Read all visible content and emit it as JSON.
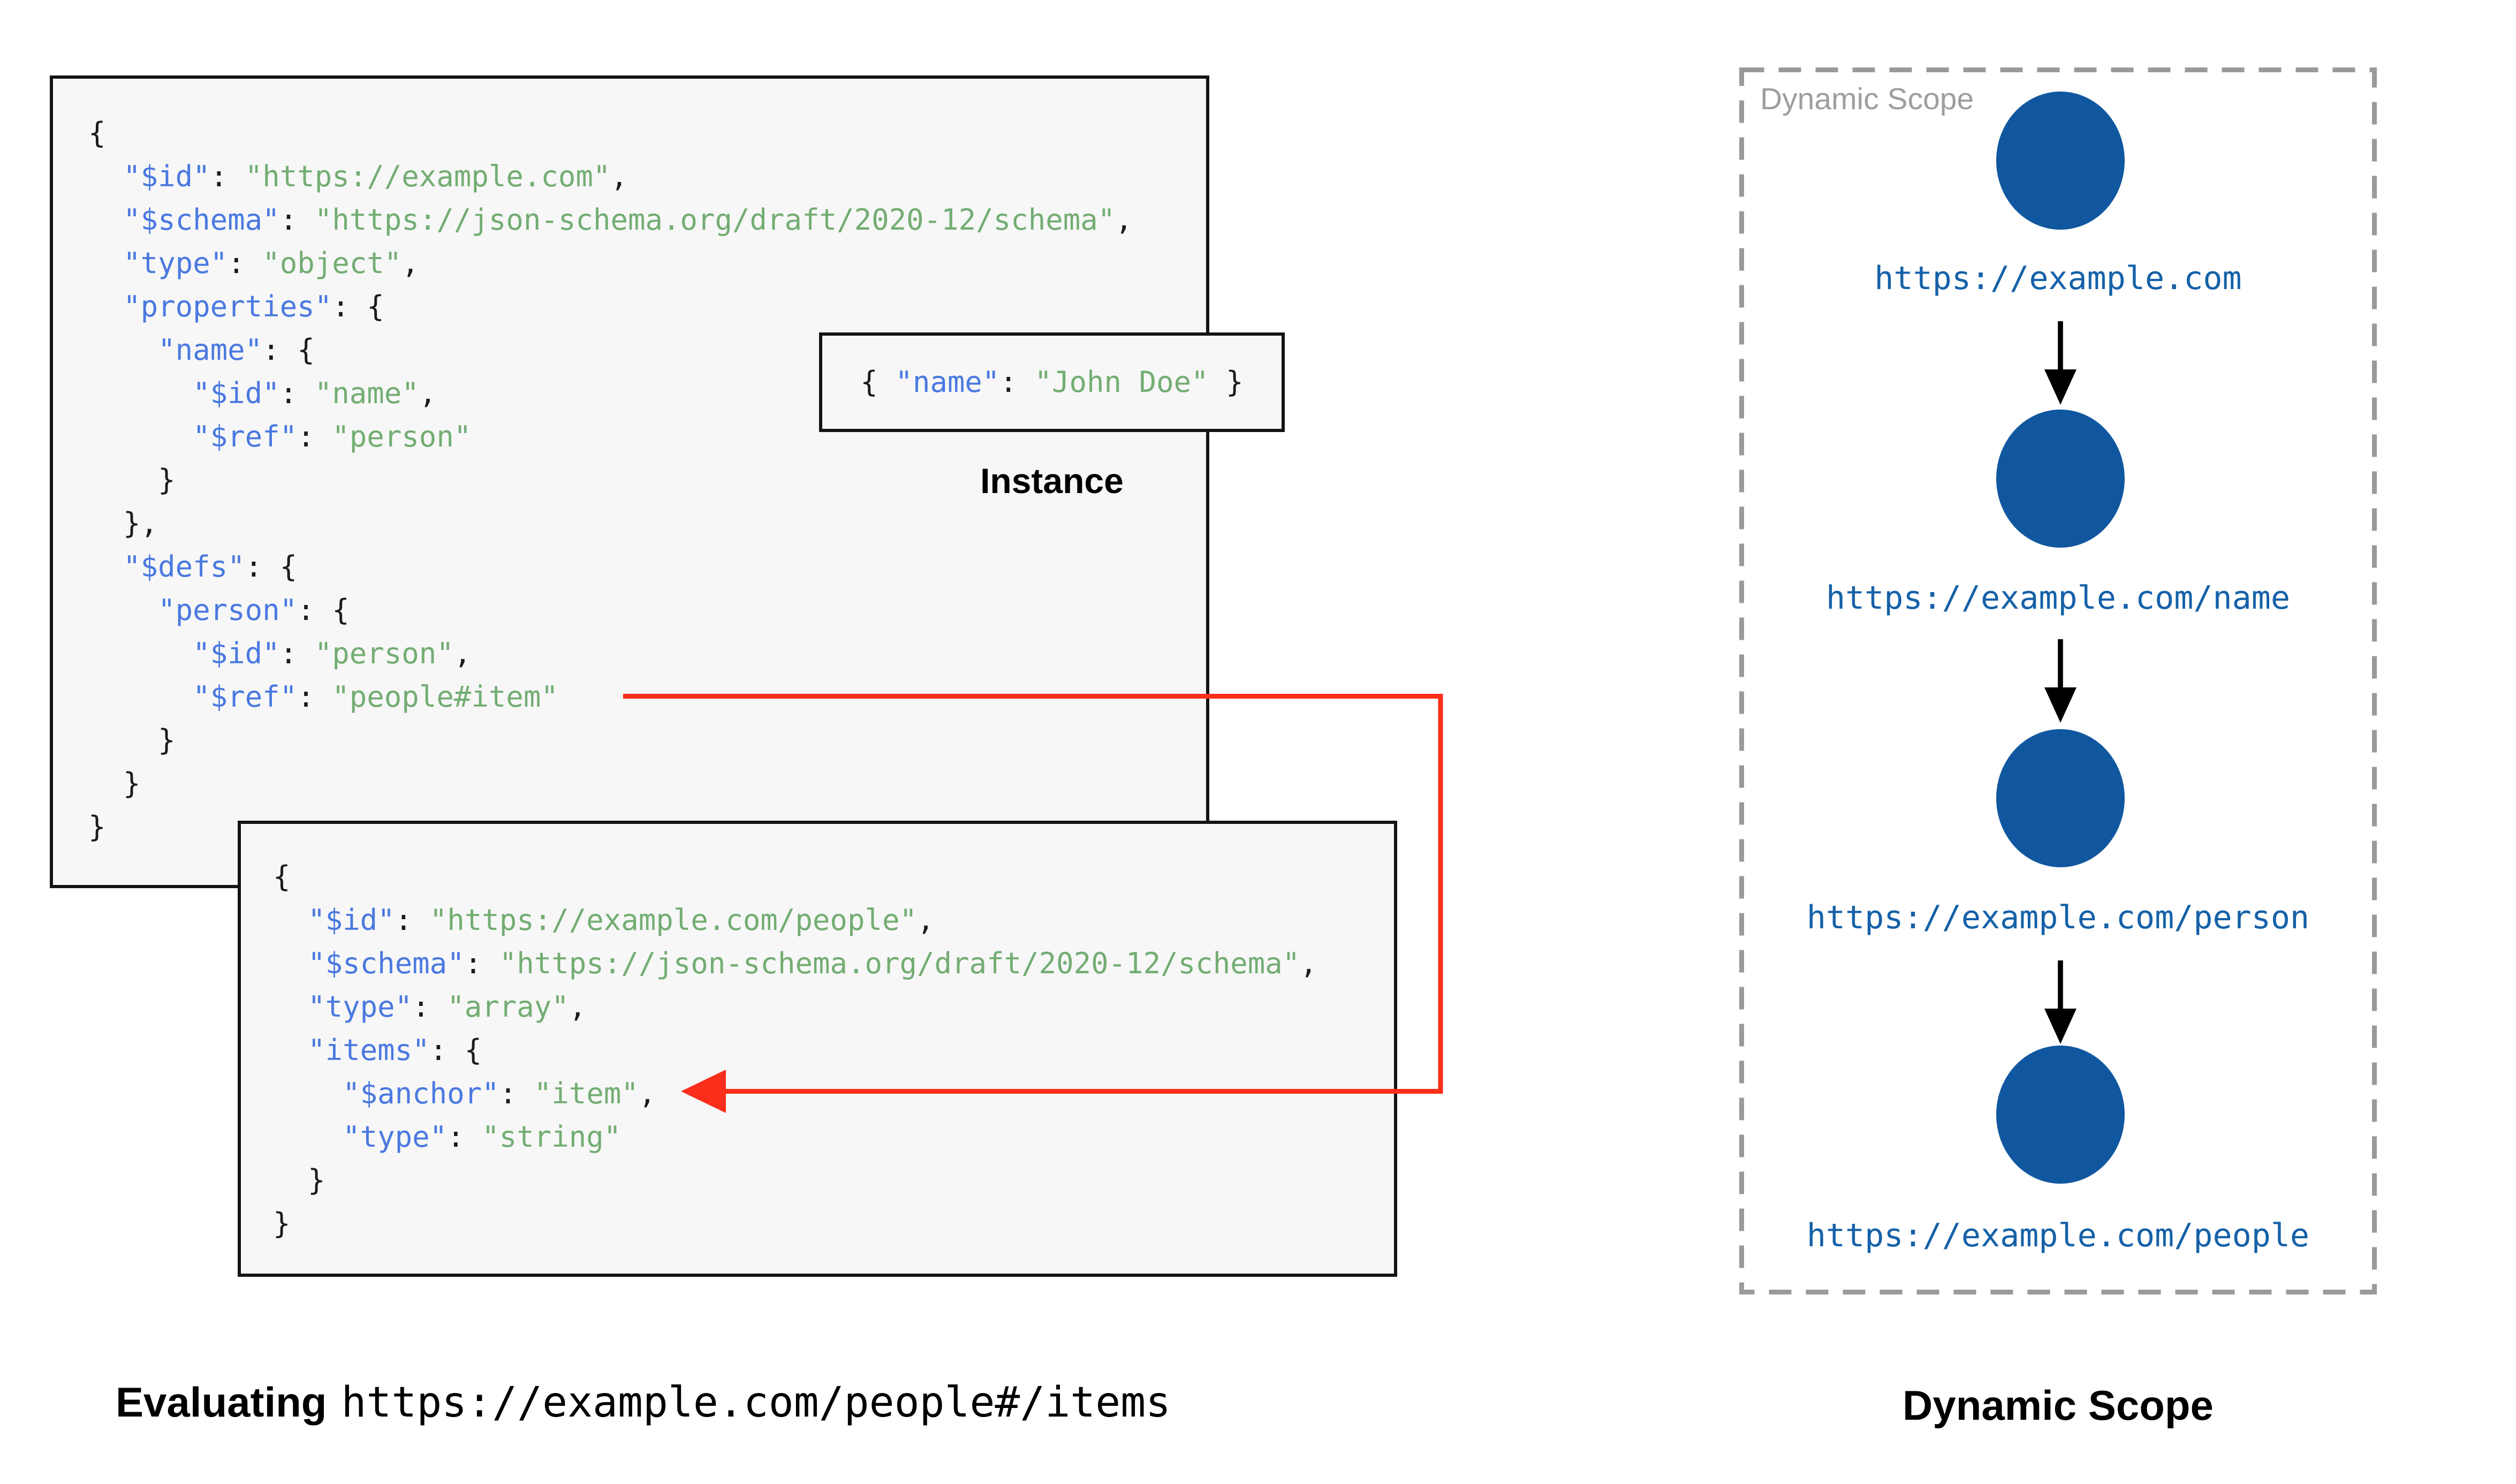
{
  "root_schema": {
    "code": [
      "{",
      "  \"$id\": \"https://example.com\",",
      "  \"$schema\": \"https://json-schema.org/draft/2020-12/schema\",",
      "  \"type\": \"object\",",
      "  \"properties\": {",
      "    \"name\": {",
      "      \"$id\": \"name\",",
      "      \"$ref\": \"person\"",
      "    }",
      "  },",
      "  \"$defs\": {",
      "    \"person\": {",
      "      \"$id\": \"person\",",
      "      \"$ref\": \"people#item\"",
      "    }",
      "  }",
      "}"
    ]
  },
  "people_schema": {
    "code": [
      "{",
      "  \"$id\": \"https://example.com/people\",",
      "  \"$schema\": \"https://json-schema.org/draft/2020-12/schema\",",
      "  \"type\": \"array\",",
      "  \"items\": {",
      "    \"$anchor\": \"item\",",
      "    \"type\": \"string\"",
      "  }",
      "}"
    ]
  },
  "instance": {
    "code": "{ \"name\": \"John Doe\" }",
    "label": "Instance"
  },
  "scope_panel": {
    "watermark": "Dynamic Scope",
    "caption": "Dynamic Scope",
    "nodes": [
      {
        "label": "https://example.com"
      },
      {
        "label": "https://example.com/name"
      },
      {
        "label": "https://example.com/person"
      },
      {
        "label": "https://example.com/people"
      }
    ]
  },
  "footer": {
    "evaluating_prefix": "Evaluating",
    "evaluating_uri": "https://example.com/people#/items"
  },
  "colors": {
    "key": "#4A79E0",
    "value": "#73AD73",
    "punctuation": "#1B1B1B",
    "node_fill": "#10579F",
    "node_label": "#1561A8",
    "connector_red": "#FA2E1A",
    "code_background": "#F7F7F7",
    "box_border": "#141414",
    "dashed_border": "#9A9A9A",
    "watermark_gray": "#9E9E9E"
  }
}
